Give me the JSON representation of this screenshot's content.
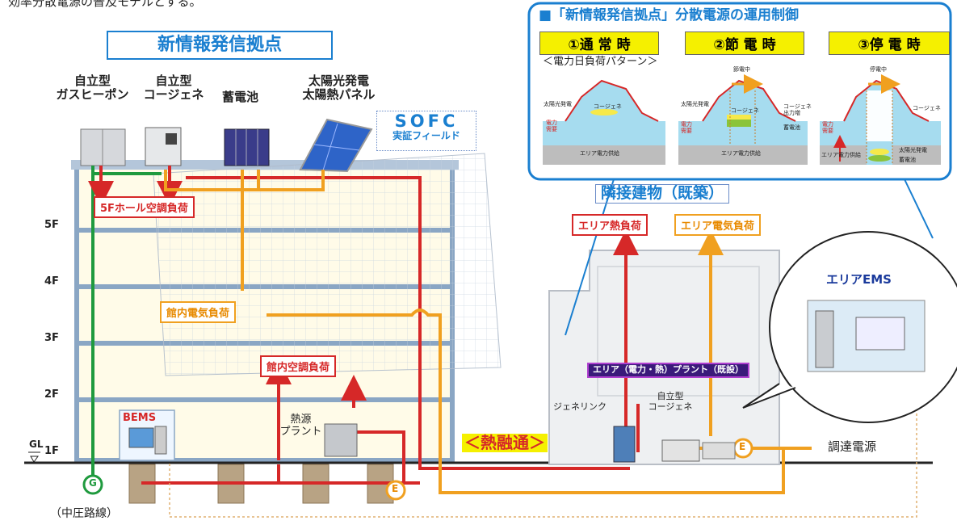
{
  "top_text": "効率分散電源の普及モデルとする。",
  "main_title": "新情報発信拠点",
  "equipment": {
    "gas_heatpump": [
      "自立型",
      "ガスヒーポン"
    ],
    "cogen": [
      "自立型",
      "コージェネ"
    ],
    "battery": "蓄電池",
    "solar": [
      "太陽光発電",
      "太陽熱パネル"
    ]
  },
  "sofc": {
    "title": "SOFC",
    "sub": "実証フィールド"
  },
  "floors": [
    "5F",
    "4F",
    "3F",
    "2F",
    "1F"
  ],
  "gl": "GL",
  "loads": {
    "hall_5f": "5Fホール空調負荷",
    "elec_inhouse": "館内電気負荷",
    "ac_inhouse": "館内空調負荷",
    "area_heat": "エリア熱負荷",
    "area_elec": "エリア電気負荷"
  },
  "bems": "BEMS",
  "heat_plant": [
    "熱源",
    "プラント"
  ],
  "midvoltage": "（中圧路線）",
  "heat_exchange": "＜熱融通＞",
  "neighbor": "隣接建物（既築）",
  "area_plant": "エリア（電力・熱）プラント（既設）",
  "genelink": "ジェネリンク",
  "cogen2": [
    "自立型",
    "コージェネ"
  ],
  "procured_power": "調達電源",
  "area_ems": "エリアEMS",
  "meter_g": "G",
  "meter_e": "E",
  "inset": {
    "title": "■「新情報発信拠点」分散電源の運用制御",
    "modes": [
      "①通 常 時",
      "②節 電 時",
      "③停 電 時"
    ],
    "pattern": "＜電力日負荷パターン＞",
    "c1": {
      "solar": "太陽光発電",
      "cogen": "コージェネ",
      "demand": "電力需要",
      "area": "エリア電力供給"
    },
    "c2": {
      "tag": "節電中",
      "solar": "太陽光発電",
      "cogen": "コージェネ",
      "cogen_up": "コージェネ出力増",
      "battery": "蓄電池",
      "demand": "電力需要",
      "area": "エリア電力供給"
    },
    "c3": {
      "tag": "停電中",
      "cogen": "コージェネ",
      "demand": "電力需要",
      "area": "エリア電力供給",
      "solar": "太陽光発電",
      "battery": "蓄電池"
    }
  },
  "colors": {
    "heat": "#d62828",
    "power": "#f0a020",
    "gas": "#1f9a3e",
    "frame": "#8aa6c4",
    "inset_border": "#1a7fd0"
  }
}
